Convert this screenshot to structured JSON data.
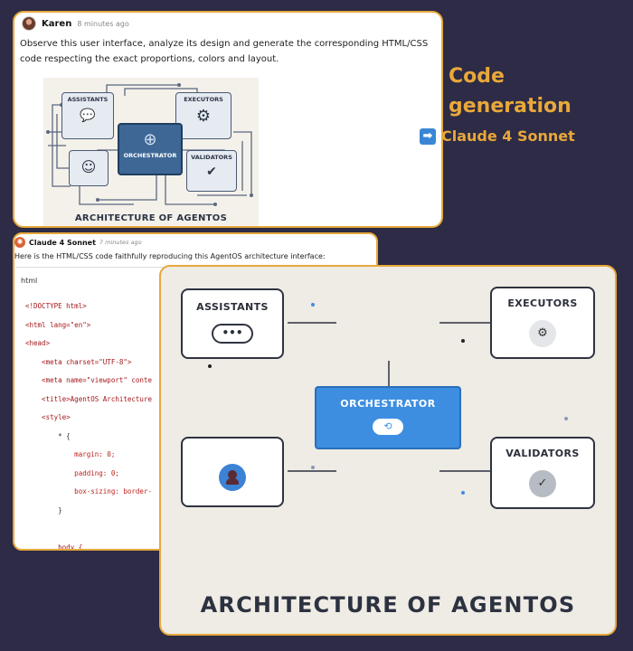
{
  "prompt_card": {
    "author": "Karen",
    "time": "8 minutes ago",
    "message": "Observe this user interface, analyze its design and generate the corresponding HTML/CSS code respecting the exact proportions, colors and layout.",
    "thumbnail": {
      "boxes": [
        "ASSISTANTS",
        "EXECUTORS",
        "ORCHESTRATOR",
        "VALIDATORS"
      ],
      "title": "ARCHITECTURE OF AGENTOS"
    }
  },
  "side_label": {
    "title_line1": "Code",
    "title_line2": "generation",
    "model": "Claude 4 Sonnet",
    "arrow": "➡"
  },
  "response_card": {
    "author": "Claude 4 Sonnet",
    "time": "7 minutes ago",
    "message": "Here is the HTML/CSS code faithfully reproducing this AgentOS architecture interface:",
    "code_language": "html",
    "code_lines": [
      "<!DOCTYPE html>",
      "<html lang=\"en\">",
      "<head>",
      "    <meta charset=\"UTF-8\">",
      "    <meta name=\"viewport\" conte",
      "    <title>AgentOS Architecture",
      "    <style>",
      "        * {",
      "            margin: 0;",
      "            padding: 0;",
      "            box-sizing: border-",
      "        }",
      "",
      "        body {"
    ]
  },
  "result_card": {
    "assistants": "ASSISTANTS",
    "assistants_icon": "•••",
    "executors": "EXECUTORS",
    "executors_icon": "⚙",
    "orchestrator": "ORCHESTRATOR",
    "orchestrator_icon": "⟲",
    "validators": "VALIDATORS",
    "validators_icon": "✓",
    "title": "ARCHITECTURE OF AGENTOS"
  },
  "colors": {
    "background": "#2d2b45",
    "accent": "#e7a83c",
    "orchestrator_blue": "#3d8ee0"
  }
}
